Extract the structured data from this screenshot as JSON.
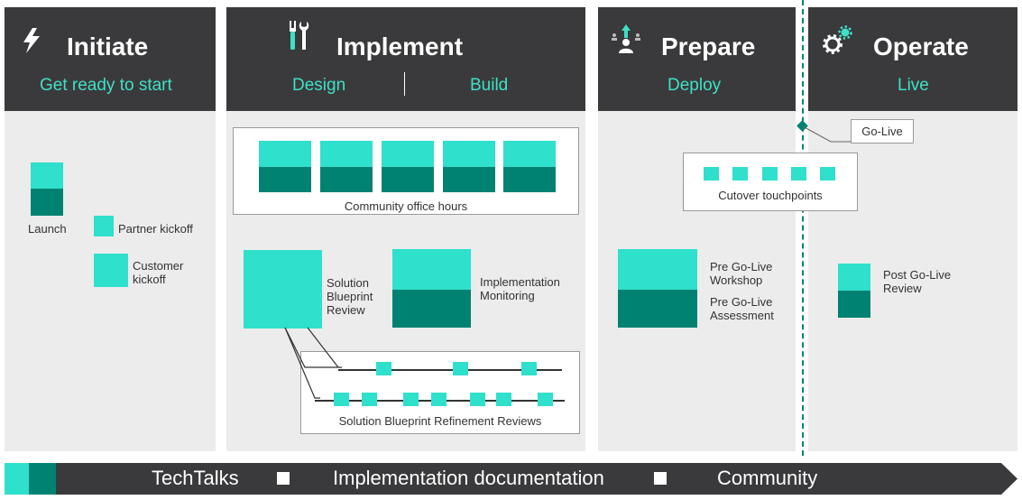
{
  "phases": [
    {
      "title": "Initiate",
      "subtitle": "Get ready to start",
      "icon": "lightning-icon"
    },
    {
      "title": "Implement",
      "subtitle_left": "Design",
      "subtitle_right": "Build",
      "icon": "tools-icon"
    },
    {
      "title": "Prepare",
      "subtitle": "Deploy",
      "icon": "people-upload-icon"
    },
    {
      "title": "Operate",
      "subtitle": "Live",
      "icon": "gears-icon"
    }
  ],
  "initiate": {
    "launch": "Launch",
    "partner_kickoff": "Partner kickoff",
    "customer_kickoff_1": "Customer",
    "customer_kickoff_2": "kickoff"
  },
  "implement": {
    "office_hours": "Community office hours",
    "solution_blueprint_1": "Solution",
    "solution_blueprint_2": "Blueprint",
    "solution_blueprint_3": "Review",
    "impl_monitoring_1": "Implementation",
    "impl_monitoring_2": "Monitoring",
    "refinement_reviews": "Solution Blueprint Refinement Reviews"
  },
  "prepare": {
    "cutover": "Cutover touchpoints",
    "workshop_1": "Pre Go-Live",
    "workshop_2": "Workshop",
    "assessment_1": "Pre Go-Live",
    "assessment_2": "Assessment"
  },
  "operate": {
    "golive": "Go-Live",
    "post_review_1": "Post Go-Live",
    "post_review_2": "Review"
  },
  "footer": {
    "items": [
      "TechTalks",
      "Implementation documentation",
      "Community"
    ]
  },
  "colors": {
    "header_bg": "#3a3a3c",
    "accent_light": "#2fe0cc",
    "accent_dark": "#008272",
    "subtitle": "#3fe0c5",
    "body_bg": "#ececec"
  }
}
